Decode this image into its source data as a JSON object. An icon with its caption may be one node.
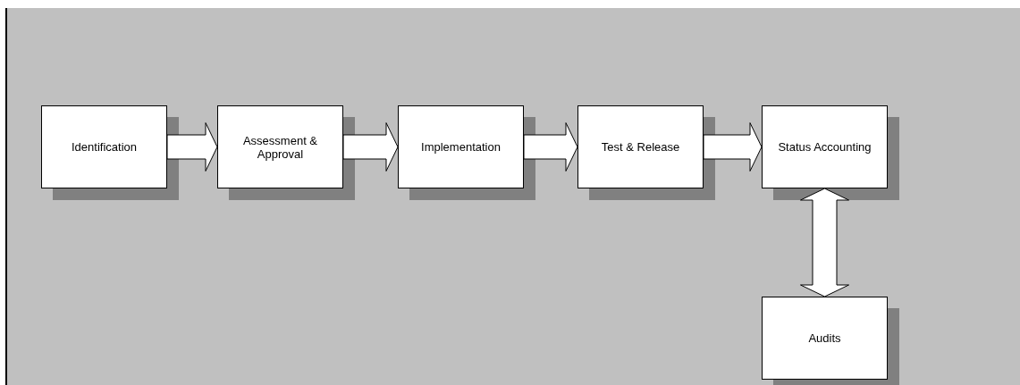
{
  "diagram": {
    "nodes": [
      {
        "text": [
          "Identification"
        ]
      },
      {
        "text": [
          "Assessment & Approval"
        ]
      },
      {
        "text": [
          "Implementation"
        ]
      },
      {
        "text": [
          "Test & Release"
        ]
      },
      {
        "text": [
          "Status Accounting"
        ]
      },
      {
        "text": [
          "Audits"
        ]
      }
    ],
    "edges": [
      {
        "from": 0,
        "to": 1,
        "arrow": "to"
      },
      {
        "from": 1,
        "to": 2,
        "arrow": "to"
      },
      {
        "from": 2,
        "to": 3,
        "arrow": "to"
      },
      {
        "from": 3,
        "to": 4,
        "arrow": "to"
      },
      {
        "from": 4,
        "to": 5,
        "arrow": "both"
      }
    ]
  }
}
